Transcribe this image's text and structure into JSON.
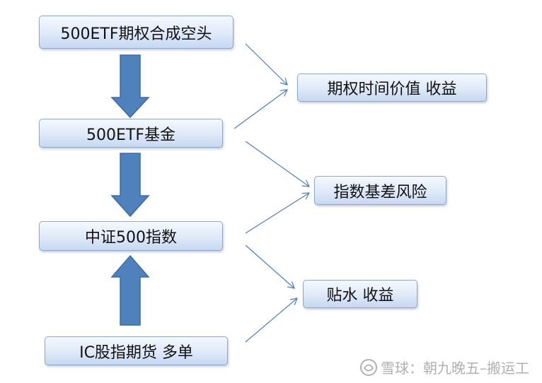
{
  "nodes": {
    "synthetic_short": "500ETF期权合成空头",
    "etf_fund": "500ETF基金",
    "index": "中证500指数",
    "futures_long": "IC股指期货 多单"
  },
  "outcomes": {
    "time_value": "期权时间价值 收益",
    "basis_risk": "指数基差风险",
    "discount_gain": "贴水 收益"
  },
  "watermark": {
    "text": "雪球：朝九晚五–搬运工"
  },
  "colors": {
    "arrow_fill": "#4f81bd",
    "arrow_stroke": "#3a6aa8",
    "connector": "#4a7ebb",
    "box_border": "#8fa8c8"
  }
}
